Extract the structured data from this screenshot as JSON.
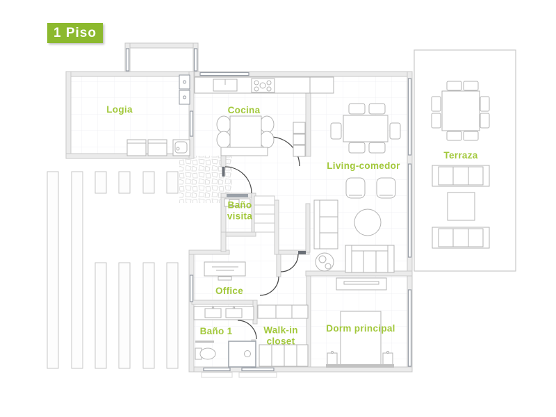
{
  "title_badge": {
    "text": "1 Piso"
  },
  "colors": {
    "badge_bg": "#8cb92e",
    "label_green": "#a2c83b",
    "wall_fill": "#ebebeb",
    "wall_stroke": "#c8c8c8",
    "window_frame": "#949aa3",
    "furniture_stroke": "#b3b3b3",
    "door_arc": "#4a4a4a"
  },
  "rooms": [
    {
      "id": "logia",
      "label": "Logia"
    },
    {
      "id": "cocina",
      "label": "Cocina"
    },
    {
      "id": "living_comedor",
      "label": "Living-comedor"
    },
    {
      "id": "terraza",
      "label": "Terraza"
    },
    {
      "id": "bano_visita",
      "label": "Baño visita"
    },
    {
      "id": "office",
      "label": "Office"
    },
    {
      "id": "bano_1",
      "label": "Baño 1"
    },
    {
      "id": "walk_in_closet",
      "label": "Walk-in closet"
    },
    {
      "id": "dorm_principal",
      "label": "Dorm principal"
    }
  ]
}
